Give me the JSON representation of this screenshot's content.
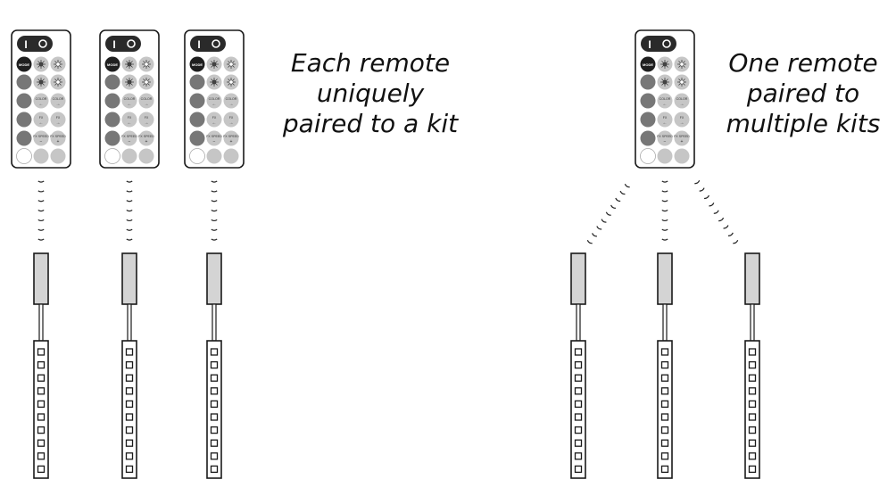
{
  "left_panel": {
    "caption": [
      "Each remote",
      "uniquely",
      "paired to a kit"
    ]
  },
  "right_panel": {
    "caption": [
      "One remote",
      "paired to",
      "multiple kits"
    ]
  },
  "remote": {
    "power_on_symbol": "I",
    "power_off_symbol": "O",
    "mode_label": "MODE",
    "rows": [
      [
        "",
        "sun-dim-icon",
        "sun-bright-icon"
      ],
      [
        "",
        "sun-dim-icon",
        "sun-bright-icon"
      ],
      [
        "",
        "COLOR ←",
        "COLOR →"
      ],
      [
        "",
        "FX ←",
        "FX →"
      ],
      [
        "",
        "FX SPEED −",
        "FX SPEED +"
      ]
    ]
  },
  "colors": {
    "outline": "#1a1a1a",
    "remote_top": "#2a2a2a",
    "button_dark": "#777777",
    "button_light": "#c6c6c6",
    "button_white": "#ffffff",
    "receiver_fill": "#d4d4d4"
  }
}
